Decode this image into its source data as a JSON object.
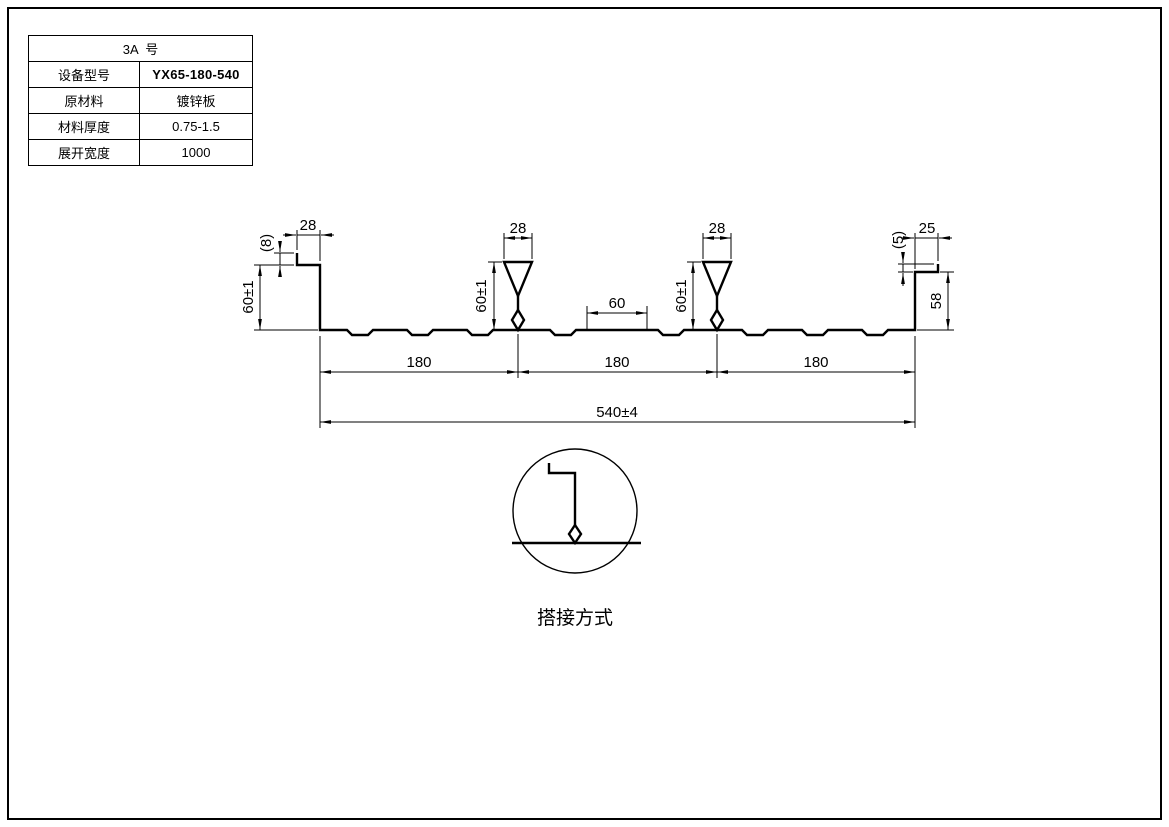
{
  "title_block": {
    "header": "3A  号",
    "rows": [
      {
        "label": "设备型号",
        "value": "YX65-180-540"
      },
      {
        "label": "原材料",
        "value": "镀锌板"
      },
      {
        "label": "材料厚度",
        "value": "0.75-1.5"
      },
      {
        "label": "展开宽度",
        "value": "1000"
      }
    ]
  },
  "dimensions": {
    "left_lip": "(8)",
    "left_flange": "28",
    "left_height": "60±1",
    "rib1_top": "28",
    "rib1_height": "60±1",
    "rib2_top": "28",
    "rib2_height": "60±1",
    "center_spacing": "60",
    "right_lip": "(5)",
    "right_flange": "25",
    "right_height": "58",
    "pitch1": "180",
    "pitch2": "180",
    "pitch3": "180",
    "overall_width": "540±4"
  },
  "detail": {
    "caption": "搭接方式"
  }
}
